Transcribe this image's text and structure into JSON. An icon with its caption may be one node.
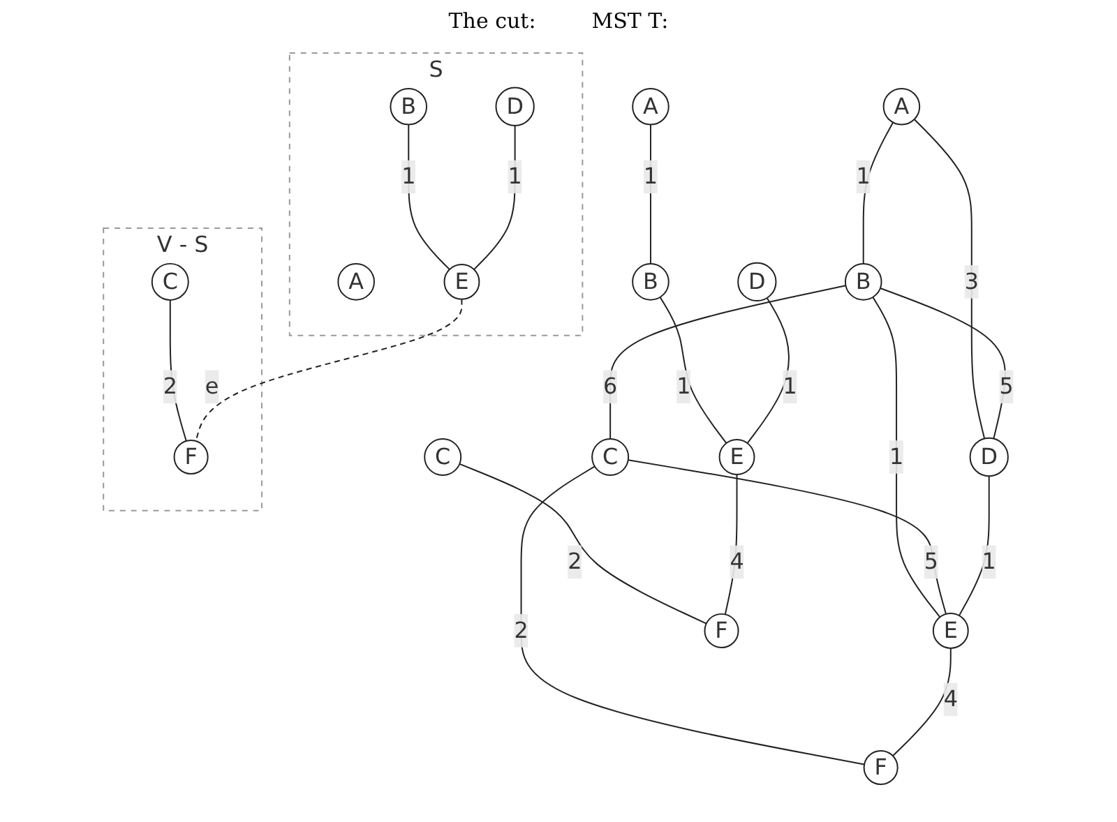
{
  "diagram": {
    "nodes": [
      {
        "text": [
          "A"
        ]
      },
      {
        "text": [
          "B"
        ]
      },
      {
        "text": [
          "C"
        ]
      },
      {
        "text": [
          "D"
        ]
      },
      {
        "text": [
          "E"
        ]
      },
      {
        "text": [
          "F"
        ]
      },
      {
        "text": [
          "S"
        ]
      },
      {
        "text": [
          "A"
        ],
        "in": 6
      },
      {
        "text": [
          "B"
        ],
        "in": 6
      },
      {
        "text": [
          "D"
        ],
        "in": 6
      },
      {
        "text": [
          "E"
        ],
        "in": 6
      },
      {
        "text": [
          "V - S"
        ]
      },
      {
        "text": [
          "C"
        ],
        "in": 11
      },
      {
        "text": [
          "F"
        ],
        "in": 11
      },
      {
        "text": [
          "A"
        ]
      },
      {
        "text": [
          "B"
        ]
      },
      {
        "text": [
          "C"
        ]
      },
      {
        "text": [
          "D"
        ]
      },
      {
        "text": [
          "E"
        ]
      },
      {
        "text": [
          "F"
        ]
      }
    ],
    "edges": [
      {
        "from": 0,
        "to": 1,
        "arrow": "none",
        "label": "1"
      },
      {
        "from": 1,
        "to": 2,
        "arrow": "none",
        "label": "6"
      },
      {
        "from": 0,
        "to": 3,
        "arrow": "none",
        "label": "3"
      },
      {
        "from": 1,
        "to": 3,
        "arrow": "none",
        "label": "5"
      },
      {
        "from": 1,
        "to": 4,
        "arrow": "none",
        "label": "1"
      },
      {
        "from": 2,
        "to": 4,
        "arrow": "none",
        "label": "5"
      },
      {
        "from": 2,
        "to": 5,
        "arrow": "none",
        "label": "2"
      },
      {
        "from": 3,
        "to": 4,
        "arrow": "none",
        "label": "1"
      },
      {
        "from": 4,
        "to": 5,
        "arrow": "none",
        "label": "4"
      },
      {
        "from": 8,
        "to": 10,
        "arrow": "none",
        "label": "1"
      },
      {
        "from": 9,
        "to": 10,
        "arrow": "none",
        "label": "1"
      },
      {
        "from": 12,
        "to": 13,
        "arrow": "none",
        "label": "2"
      },
      {
        "from": 10,
        "to": 13,
        "arrow": "none",
        "label": "e",
        "style": "dashed"
      },
      {
        "from": 14,
        "to": 15,
        "arrow": "none",
        "label": "1"
      },
      {
        "from": 15,
        "to": 18,
        "arrow": "none",
        "label": "1"
      },
      {
        "from": 16,
        "to": 19,
        "arrow": "none",
        "label": "2"
      },
      {
        "from": 17,
        "to": 18,
        "arrow": "none",
        "label": "1"
      },
      {
        "from": 18,
        "to": 19,
        "arrow": "none",
        "label": "4"
      }
    ],
    "labels": [
      "The cut:",
      "MST T:"
    ]
  }
}
